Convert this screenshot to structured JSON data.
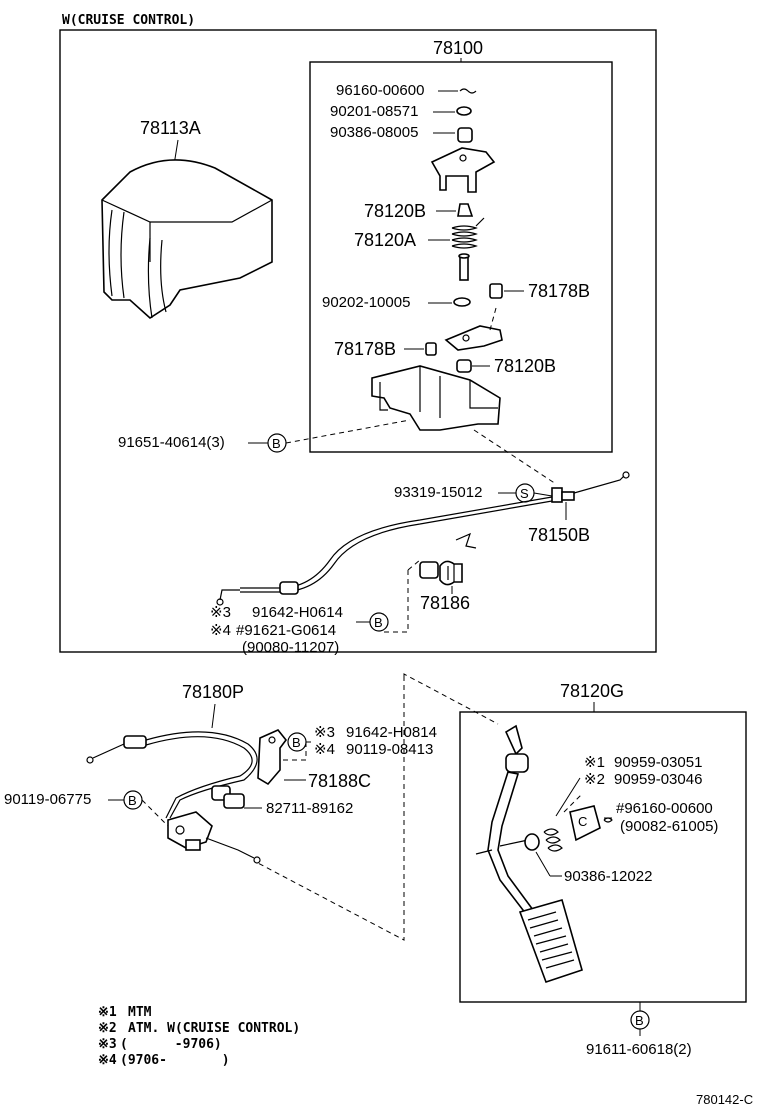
{
  "header": {
    "title": "W(CRUISE CONTROL)"
  },
  "upper": {
    "assembly": "78100",
    "cover": "78113A",
    "parts": {
      "p1": "96160-00600",
      "p2": "90201-08571",
      "p3": "90386-08005",
      "p4": "78120B",
      "p5": "78120A",
      "p6": "78178B",
      "p7": "90202-10005",
      "p8": "78178B",
      "p9": "78120B"
    },
    "bolt": "91651-40614(3)",
    "bolt_mark": "B",
    "clip": "93319-15012",
    "clip_mark": "S",
    "cable": "78150B",
    "grommet": "78186",
    "note_a_mark": "※3",
    "note_a_part": "91642-H0614",
    "note_b_mark": "※4",
    "note_b_part": "#91621-G0614",
    "note_b_alt": "(90080-11207)",
    "note_b_code": "B"
  },
  "lower_left": {
    "cable": "78180P",
    "n3_mark": "※3",
    "n3_part": "91642-H0814",
    "n4_mark": "※4",
    "n4_part": "90119-08413",
    "n_code": "B",
    "bracket": "78188C",
    "clamp": "82711-89162",
    "bolt": "90119-06775",
    "bolt_code": "B"
  },
  "lower_right": {
    "pedal": "78120G",
    "n1_mark": "※1",
    "n1_part": "90959-03051",
    "n2_mark": "※2",
    "n2_part": "90959-03046",
    "clip": "#96160-00600",
    "clip_alt": "(90082-61005)",
    "bushing": "90386-12022",
    "bolt": "91611-60618(2)",
    "bolt_code": "B"
  },
  "legend": [
    {
      "mark": "※1",
      "text": "MTM"
    },
    {
      "mark": "※2",
      "text": "ATM. W(CRUISE CONTROL)"
    },
    {
      "mark": "※3",
      "text": "(      -9706)"
    },
    {
      "mark": "※4",
      "text": "(9706-       )"
    }
  ],
  "footer": {
    "code": "780142-C"
  }
}
